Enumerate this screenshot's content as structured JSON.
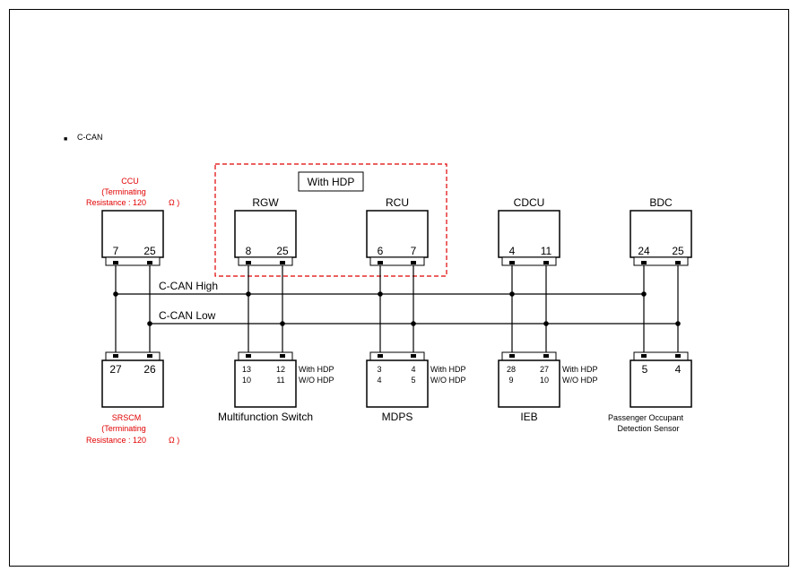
{
  "diagram": {
    "section_bullet": "■",
    "section_title": "C-CAN",
    "hdp_group_label": "With HDP",
    "bus_high_label": "C-CAN High",
    "bus_low_label": "C-CAN Low",
    "accent_color": "#e00000",
    "ccu": {
      "name": "CCU",
      "note_line1": "(Terminating",
      "note_line2a": "Resistance : 120",
      "note_line2b": "Ω )",
      "pin_high": "7",
      "pin_low": "25"
    },
    "rgw": {
      "name": "RGW",
      "pin_high": "8",
      "pin_low": "25"
    },
    "rcu": {
      "name": "RCU",
      "pin_high": "6",
      "pin_low": "7"
    },
    "cdcu": {
      "name": "CDCU",
      "pin_high": "4",
      "pin_low": "11"
    },
    "bdc": {
      "name": "BDC",
      "pin_high": "24",
      "pin_low": "25"
    },
    "srscm": {
      "name": "SRSCM",
      "note_line1": "(Terminating",
      "note_line2a": "Resistance : 120",
      "note_line2b": "Ω )",
      "pin_high": "27",
      "pin_low": "26"
    },
    "multifunction_switch": {
      "name": "Multifunction Switch",
      "hdp_high": "13",
      "hdp_low": "12",
      "wo_high": "10",
      "wo_low": "11",
      "with_label": "With HDP",
      "without_label": "W/O HDP"
    },
    "mdps": {
      "name": "MDPS",
      "hdp_high": "3",
      "hdp_low": "4",
      "wo_high": "4",
      "wo_low": "5",
      "with_label": "With HDP",
      "without_label": "W/O HDP"
    },
    "ieb": {
      "name": "IEB",
      "hdp_high": "28",
      "hdp_low": "27",
      "wo_high": "9",
      "wo_low": "10",
      "with_label": "With HDP",
      "without_label": "W/O HDP"
    },
    "podss": {
      "name_line1": "Passenger Occupant",
      "name_line2": "Detection Sensor",
      "pin_high": "5",
      "pin_low": "4"
    }
  }
}
